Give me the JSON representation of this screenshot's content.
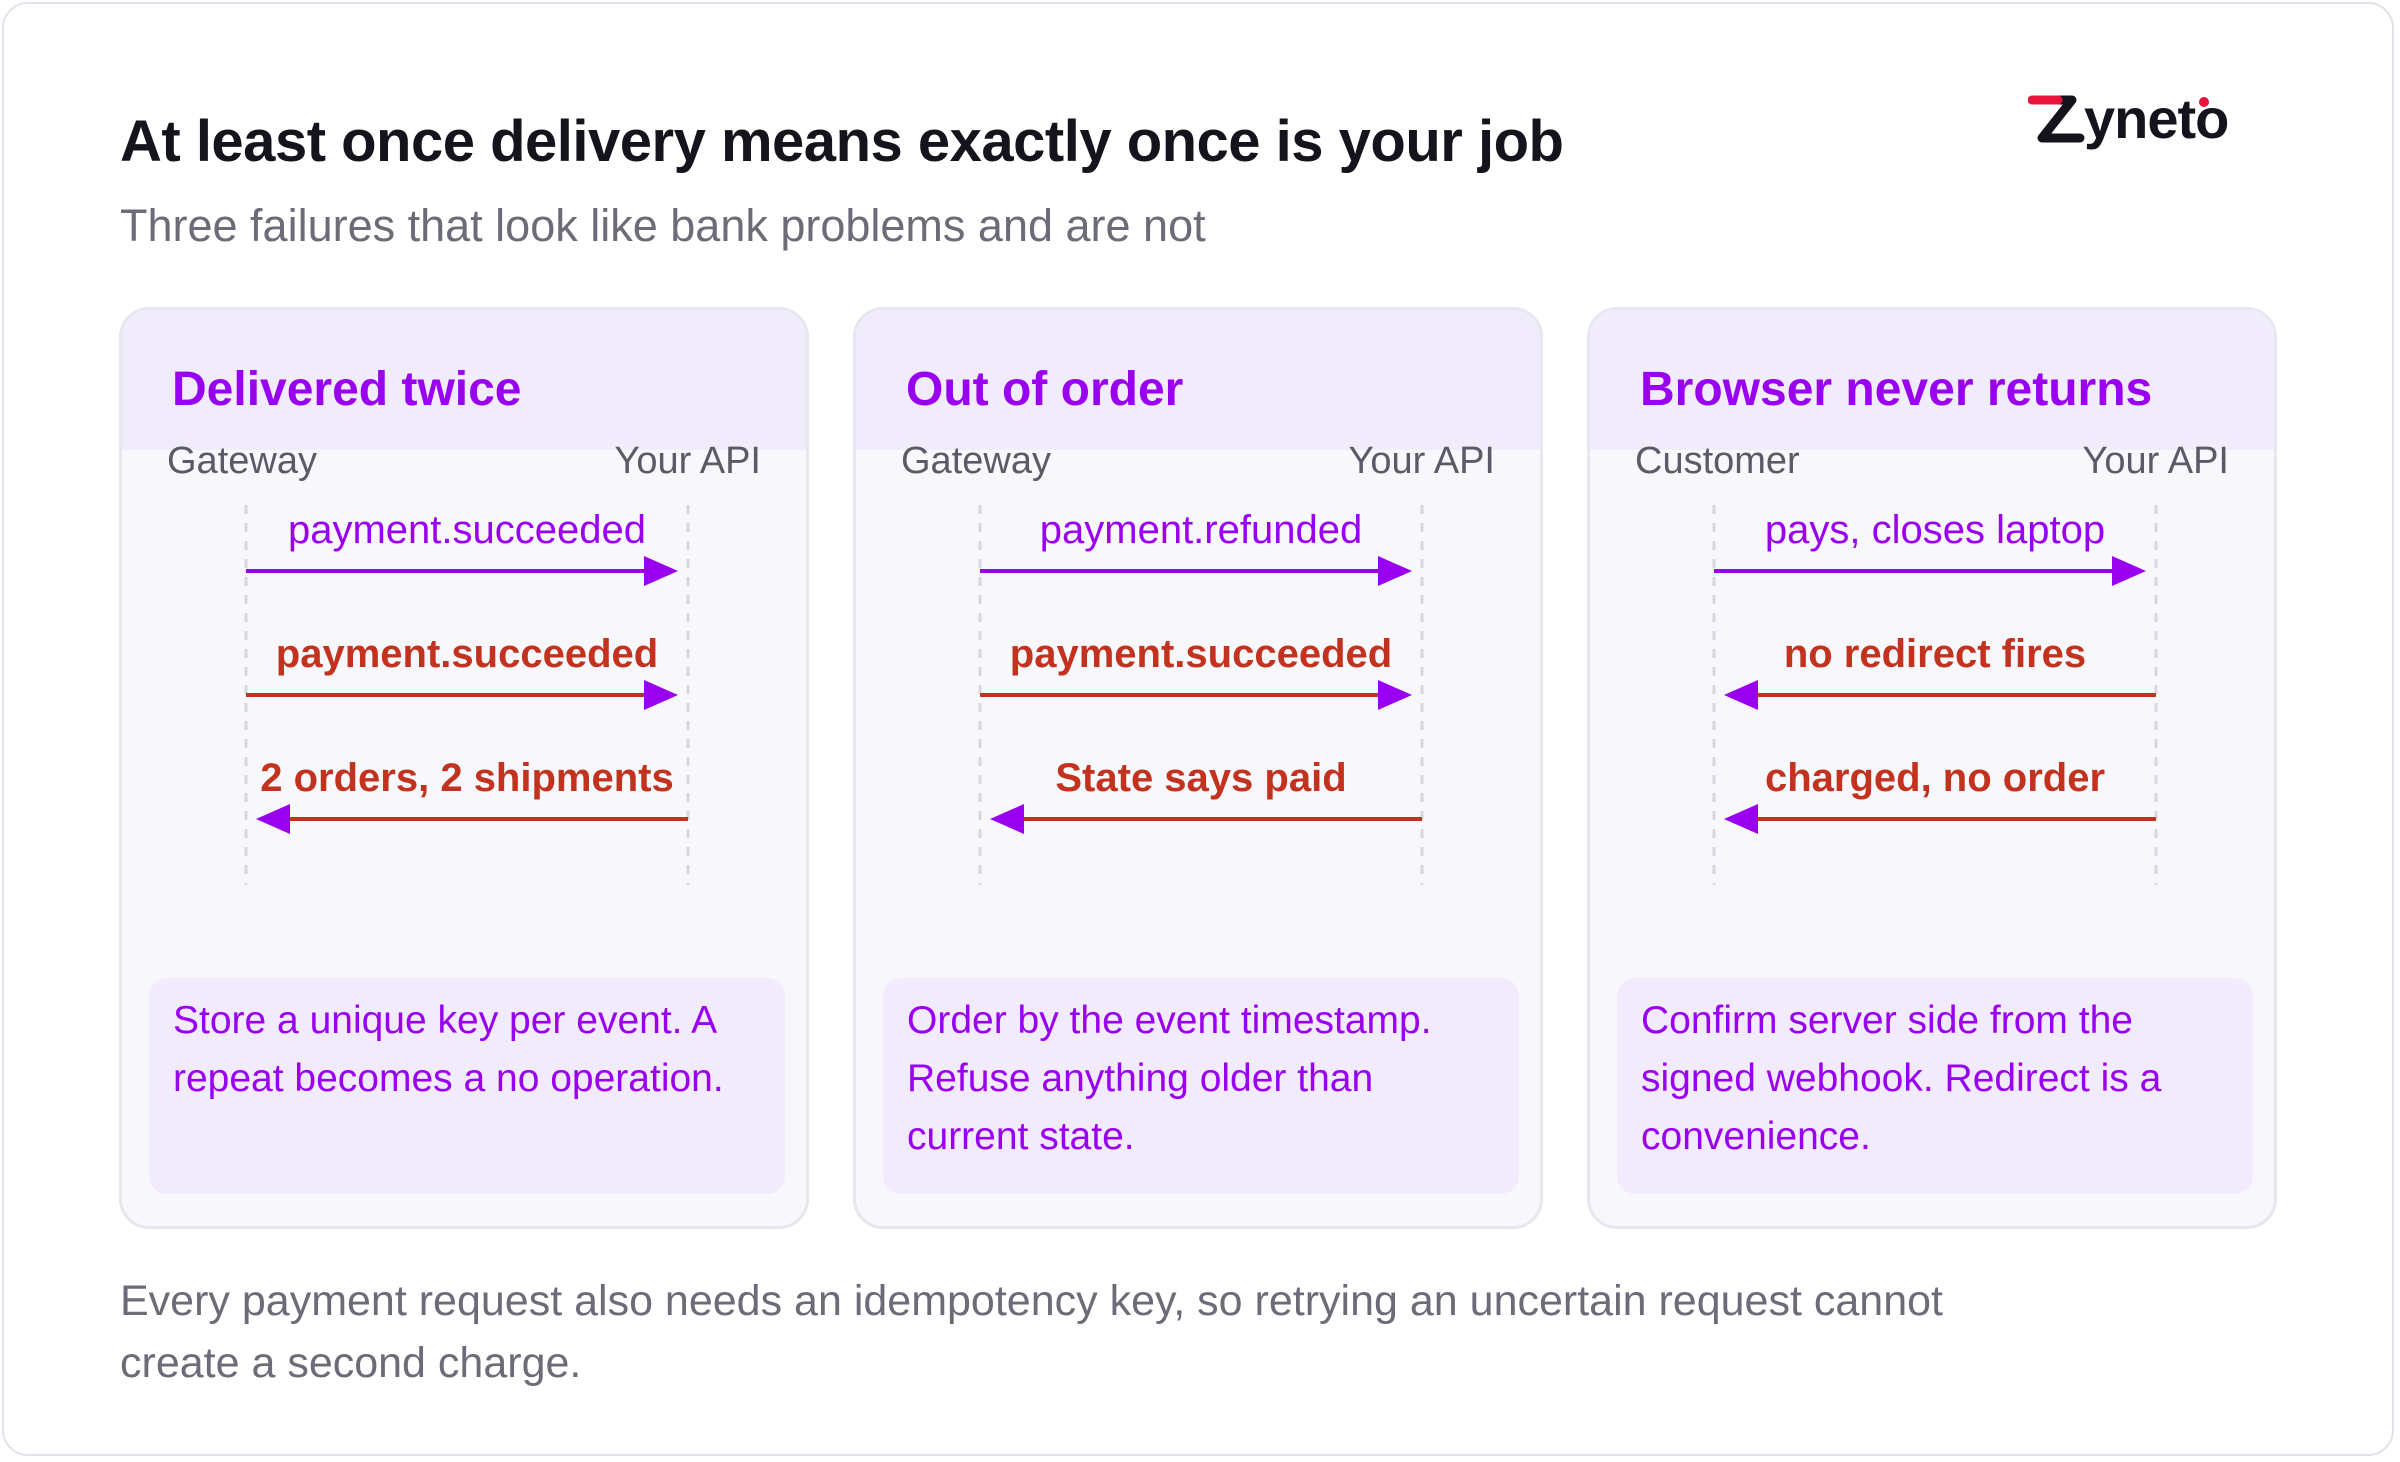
{
  "header": {
    "title": "At least once delivery means exactly once is your job",
    "subtitle": "Three failures that look like bank problems and are not",
    "logo_text": "zyneto"
  },
  "colors": {
    "accent": "#9a00f0",
    "failure": "#c2321f",
    "text_dark": "#15131c",
    "text_muted": "#6e6a78",
    "logo_red": "#e8143c"
  },
  "cards": [
    {
      "title": "Delivered twice",
      "left_actor": "Gateway",
      "right_actor": "Your API",
      "messages": [
        {
          "label": "payment.succeeded",
          "direction": "right",
          "kind": "normal"
        },
        {
          "label": "payment.succeeded",
          "direction": "right",
          "kind": "fail"
        },
        {
          "label": "2 orders, 2 shipments",
          "direction": "left",
          "kind": "fail"
        }
      ],
      "note": "Store a unique key per event. A repeat becomes a no operation."
    },
    {
      "title": "Out of order",
      "left_actor": "Gateway",
      "right_actor": "Your API",
      "messages": [
        {
          "label": "payment.refunded",
          "direction": "right",
          "kind": "normal"
        },
        {
          "label": "payment.succeeded",
          "direction": "right",
          "kind": "fail"
        },
        {
          "label": "State says paid",
          "direction": "left",
          "kind": "fail"
        }
      ],
      "note": "Order by the event timestamp. Refuse anything older than current state."
    },
    {
      "title": "Browser never returns",
      "left_actor": "Customer",
      "right_actor": "Your API",
      "messages": [
        {
          "label": "pays, closes laptop",
          "direction": "right",
          "kind": "normal"
        },
        {
          "label": "no redirect fires",
          "direction": "left",
          "kind": "fail"
        },
        {
          "label": "charged, no order",
          "direction": "left",
          "kind": "fail"
        }
      ],
      "note": "Confirm server side from the signed webhook. Redirect is a convenience."
    }
  ],
  "footer": "Every payment request also needs an idempotency key, so retrying an uncertain request cannot create a second charge."
}
